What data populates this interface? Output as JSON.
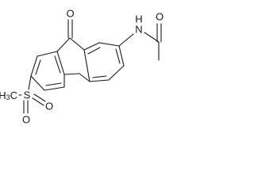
{
  "structure": {
    "atoms": {
      "ketone_oxygen": "O",
      "amide_nitrogen": "N",
      "amide_hydrogen": "H",
      "amide_oxygen": "O",
      "sulfur": "S",
      "sulfonyl_oxygen_1": "O",
      "sulfonyl_oxygen_2": "O",
      "methyl_carbon": "C",
      "methyl_hydrogen": "H",
      "methyl_count": "3"
    },
    "colors": {
      "ink": "#1a1a1a",
      "background": "#ffffff"
    }
  }
}
